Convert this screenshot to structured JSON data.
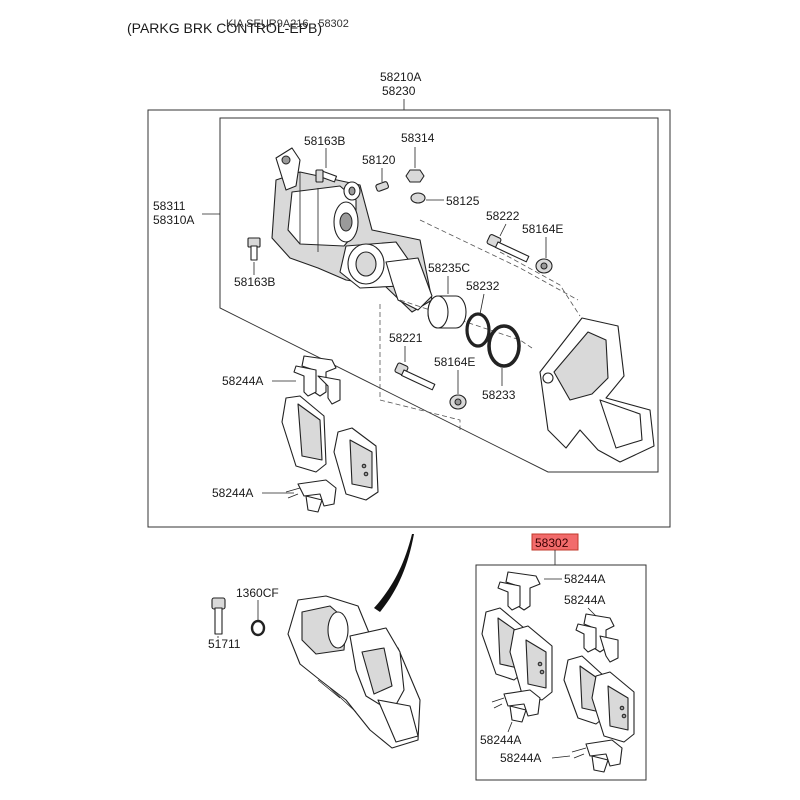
{
  "header": {
    "title": "(PARKG BRK CONTROL-EPB)",
    "overlay": "KIA SEUR9A216 - 58302"
  },
  "labels": {
    "assembly_1": "58210A",
    "assembly_2": "58230",
    "caliper_1": "58311",
    "caliper_2": "58310A",
    "bolt_top": "58163B",
    "bolt_left": "58163B",
    "bleeder": "58120",
    "nut_58314": "58314",
    "cap_58125": "58125",
    "pin_58222": "58222",
    "boot_58164e_top": "58164E",
    "piston": "58235C",
    "seal_58232": "58232",
    "pin_58221": "58221",
    "boot_58164e_bottom": "58164E",
    "seal_58233": "58233",
    "clip_top": "58244A",
    "clip_bottom": "58244A",
    "bolt_1360cf": "1360CF",
    "bolt_51711": "51711",
    "kit_part": "58302",
    "kit_clip_1": "58244A",
    "kit_clip_2": "58244A",
    "kit_clip_3": "58244A",
    "kit_clip_4": "58244A"
  },
  "colors": {
    "highlight_fill": "#f26b6b",
    "highlight_border": "#c0392b",
    "line": "#222222"
  }
}
